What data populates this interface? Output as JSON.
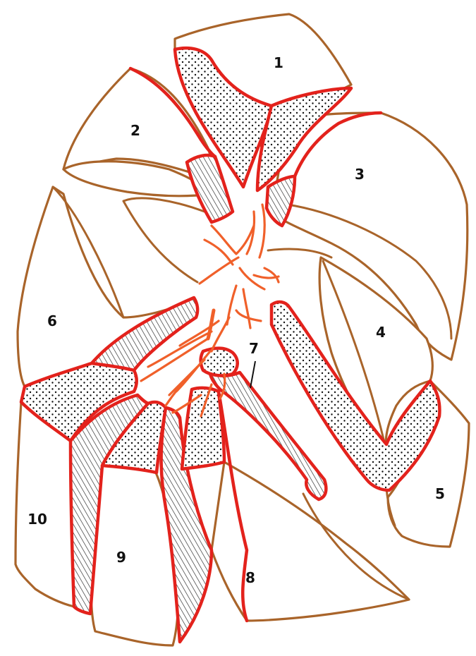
{
  "segments": [
    {
      "id": "1",
      "label": "1"
    },
    {
      "id": "2",
      "label": "2"
    },
    {
      "id": "3",
      "label": "3"
    },
    {
      "id": "4",
      "label": "4"
    },
    {
      "id": "5",
      "label": "5"
    },
    {
      "id": "6",
      "label": "6"
    },
    {
      "id": "7",
      "label": "7"
    },
    {
      "id": "8",
      "label": "8"
    },
    {
      "id": "9",
      "label": "9"
    },
    {
      "id": "10",
      "label": "10"
    }
  ],
  "colors": {
    "segment_outline": "#a9642a",
    "boundary_outline": "#e3221c",
    "vessels": "#f0602a",
    "labels": "#111111"
  },
  "fill_patterns": [
    "dotted",
    "hatched"
  ]
}
